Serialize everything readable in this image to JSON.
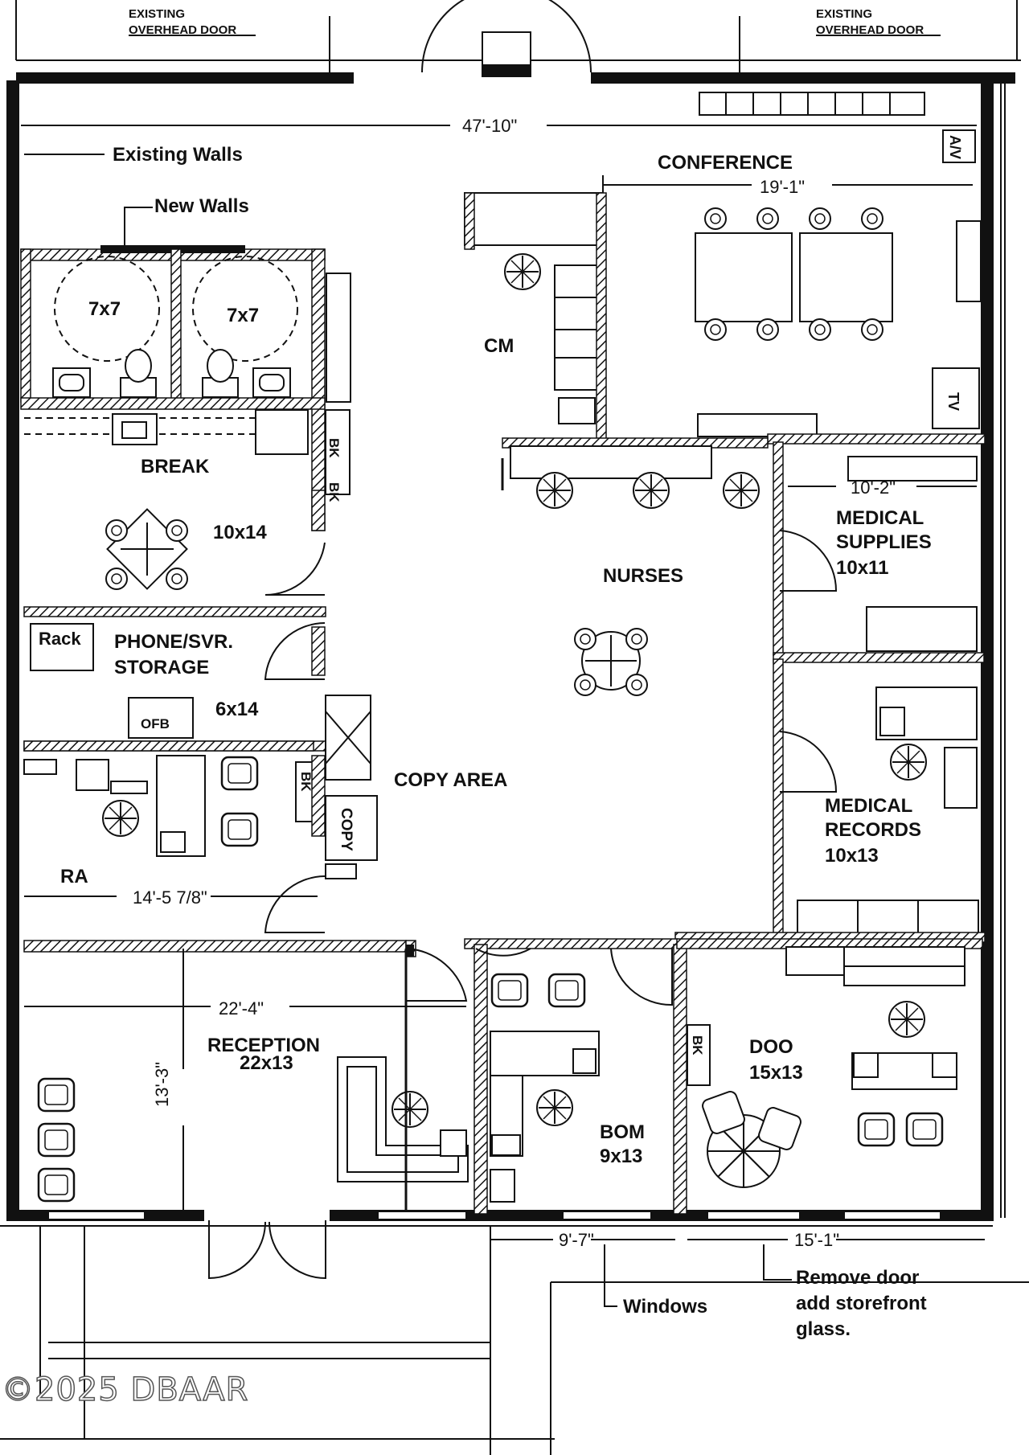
{
  "notes": {
    "overhead_door_left": [
      "EXISTING",
      "OVERHEAD DOOR"
    ],
    "overhead_door_right": [
      "EXISTING",
      "OVERHEAD DOOR"
    ],
    "existing_walls": "Existing Walls",
    "new_walls": "New Walls",
    "windows": "Windows",
    "remove_door": [
      "Remove door",
      "add storefront",
      "glass."
    ]
  },
  "dimensions": {
    "overall_width": "47'-10\"",
    "conference_width": "19'-1\"",
    "medical_supplies_width": "10'-2\"",
    "ra_width": "14'-5 7/8\"",
    "reception_width": "22'-4\"",
    "reception_depth": "13'-3\"",
    "bom_width": "9'-7\"",
    "doo_width": "15'-1\""
  },
  "rooms": {
    "restroom_left": "7x7",
    "restroom_right": "7x7",
    "conference": "CONFERENCE",
    "cm": "CM",
    "break": "BREAK",
    "break_size": "10x14",
    "nurses": "NURSES",
    "medical_supplies": [
      "MEDICAL",
      "SUPPLIES"
    ],
    "medical_supplies_size": "10x11",
    "phone": [
      "PHONE/SVR.",
      "STORAGE"
    ],
    "phone_size": "6x14",
    "copy_area": "COPY AREA",
    "medical_records": [
      "MEDICAL",
      "RECORDS"
    ],
    "medical_records_size": "10x13",
    "ra": "RA",
    "reception": "RECEPTION",
    "reception_size": "22x13",
    "doo": "DOO",
    "doo_size": "15x13",
    "bom": "BOM",
    "bom_size": "9x13"
  },
  "fixtures": {
    "rack": "Rack",
    "ofb": "OFB",
    "bk": "BK",
    "copy": "COPY",
    "av": "A/V",
    "tv": "TV"
  },
  "watermark": "©2025 DBAAR"
}
